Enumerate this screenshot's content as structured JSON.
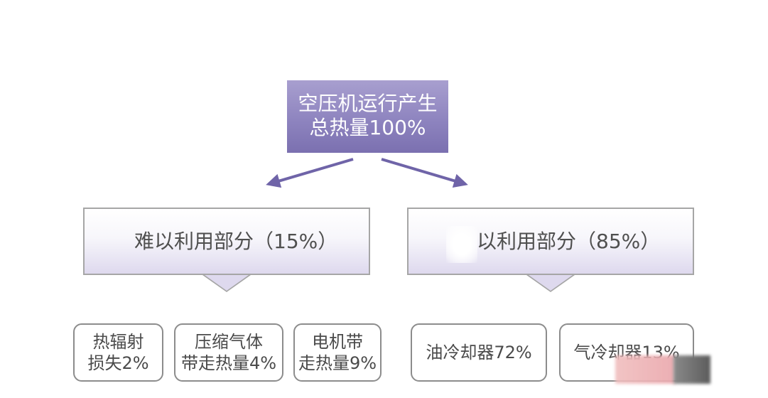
{
  "top": {
    "line1": "空压机运行产生",
    "line2": "总热量100%"
  },
  "left_group": {
    "label": "难以利用部分（15%）",
    "items": [
      {
        "line1": "热辐射",
        "line2": "损失2%"
      },
      {
        "line1": "压缩气体",
        "line2": "带走热量4%"
      },
      {
        "line1": "电机带",
        "line2": "走热量9%"
      }
    ]
  },
  "right_group": {
    "label": "以利用部分（85%）",
    "items": [
      {
        "line1": "油冷却器72%"
      },
      {
        "line1": "气冷却器13%"
      }
    ]
  },
  "colors": {
    "top_box": "#8e84bf",
    "arrow": "#6f64a8",
    "callout_border": "#a6a6a6",
    "leaf_border": "#8c8c8c"
  }
}
